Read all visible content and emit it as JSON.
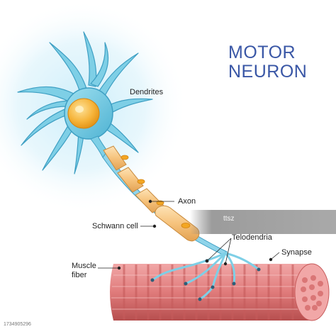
{
  "title": {
    "line1": "MOTOR",
    "line2": "NEURON"
  },
  "labels": {
    "dendrites": "Dendrites",
    "axon": "Axon",
    "schwann_cell": "Schwann cell",
    "telodendria": "Telodendria",
    "synapse": "Synapse",
    "muscle_fiber_line1": "Muscle",
    "muscle_fiber_line2": "fiber"
  },
  "watermark": {
    "id_text": "1734905296",
    "credit": "ttsz"
  },
  "colors": {
    "title": "#3a57a6",
    "neuron_body": "#7ecfe6",
    "nucleus": "#f3a623",
    "myelin": "#f4c98a",
    "muscle": "#e58b8b",
    "muscle_stripe": "#c65b5b",
    "glow": "#cdeefa"
  }
}
